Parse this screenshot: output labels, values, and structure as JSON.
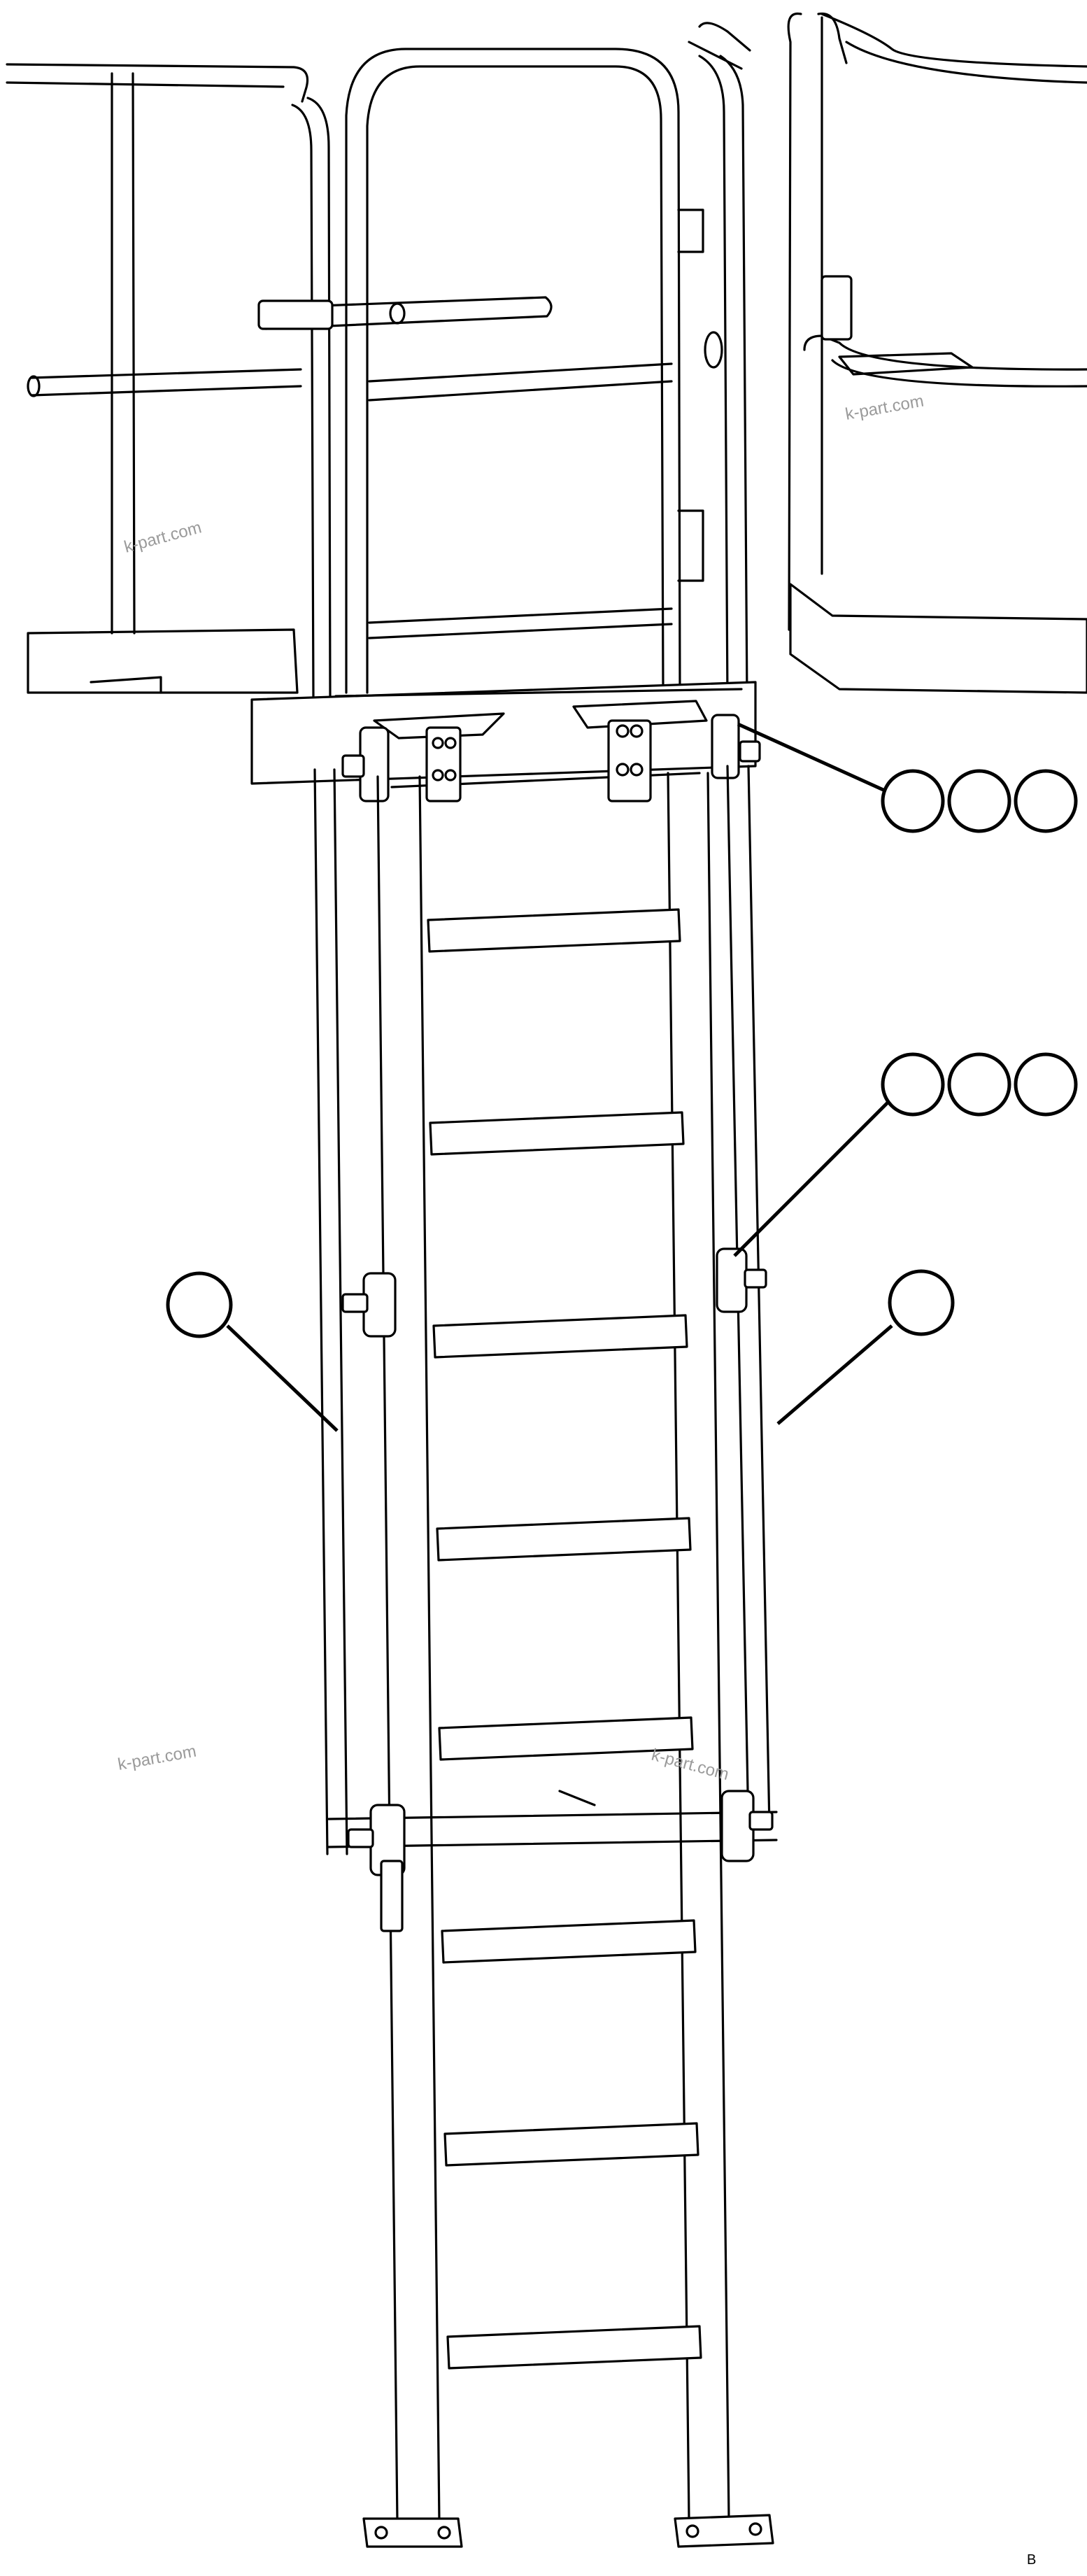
{
  "watermarks": [
    "k-part.com",
    "k-part.com",
    "k-part.com",
    "k-part.com"
  ],
  "corner_mark": "B",
  "colors": {
    "line": "#000000",
    "background": "#ffffff",
    "watermark": "#9a9a9a"
  }
}
